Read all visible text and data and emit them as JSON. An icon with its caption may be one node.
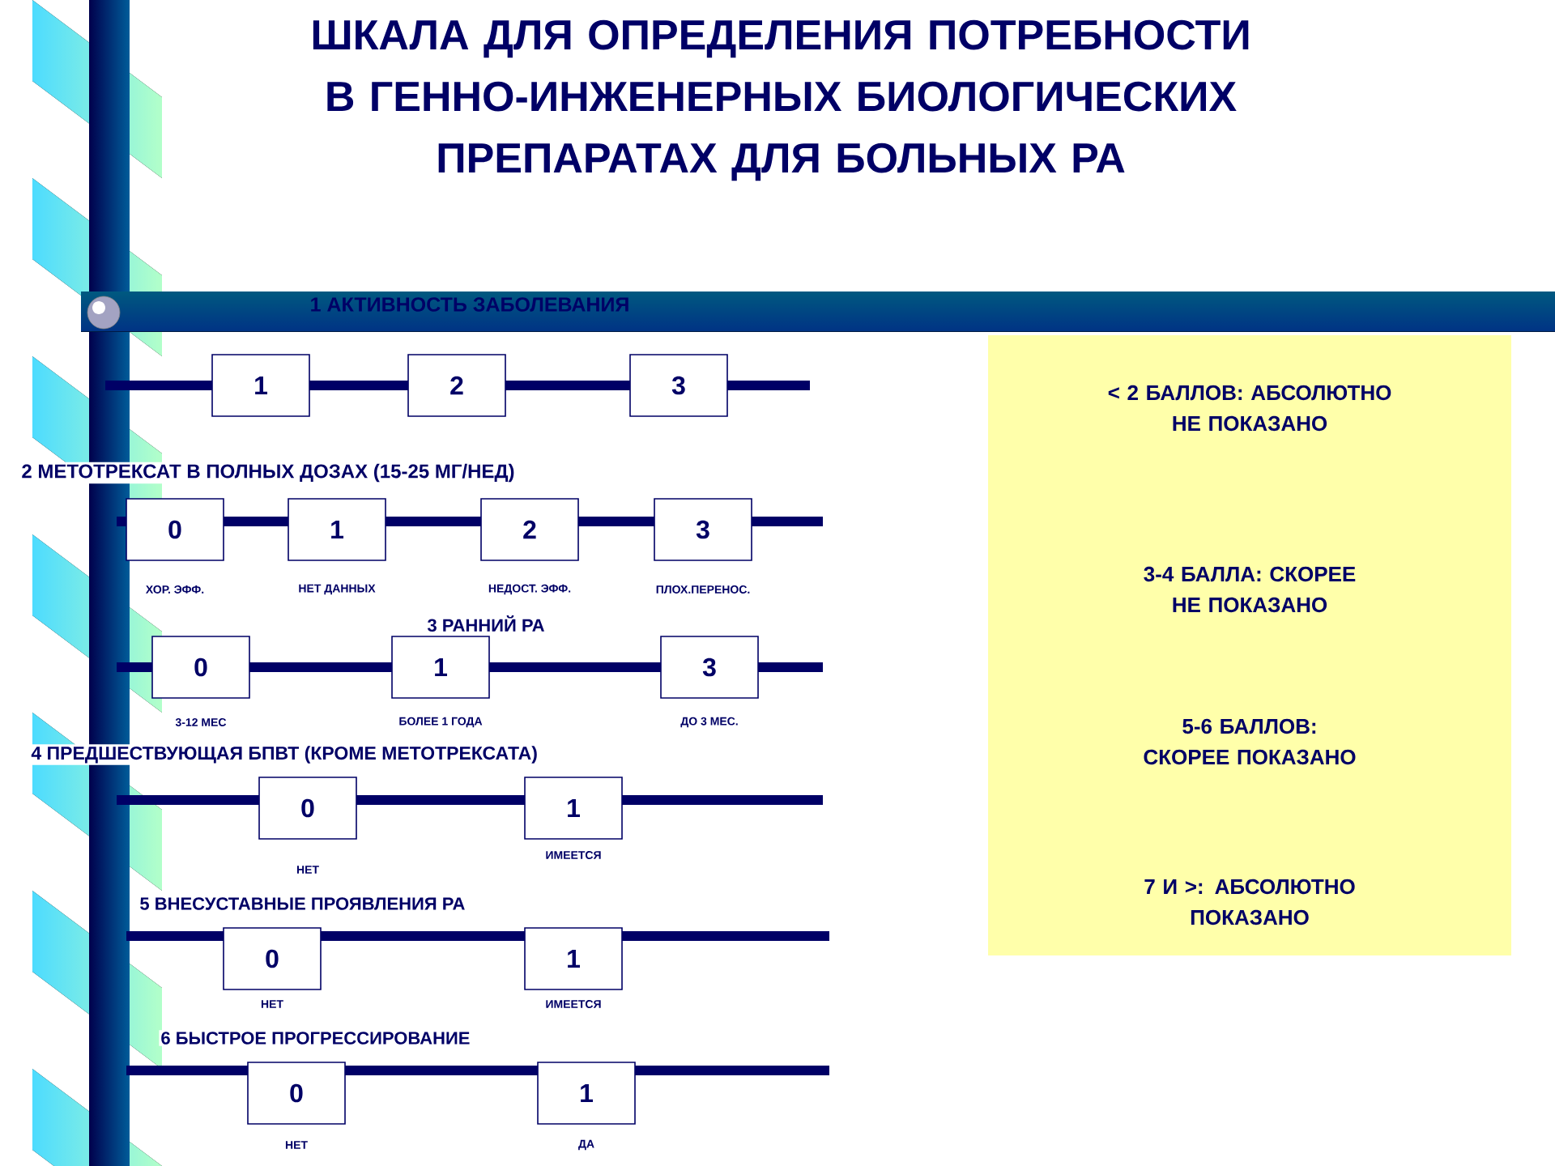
{
  "diagram": {
    "title": "ШКАЛА ДЛЯ ОПРЕДЕЛЕНИЯ ПОТРЕБНОСТИ В ГЕННО-ИНЖЕНЕРНЫХ БИОЛОГИЧЕСКИХ ПРЕПАРАТАХ ДЛЯ БОЛЬНЫХ РА",
    "nodes": [
      {
        "text": [
          "1"
        ]
      },
      {
        "text": [
          "2"
        ]
      },
      {
        "text": [
          "3"
        ]
      },
      {
        "text": [
          "< 2 БАЛЛОВ: АБСОЛЮТНО НЕ ПОКАЗАНО",
          "3-4 БАЛЛА: СКОРЕЕ НЕ ПОКАЗАНО",
          "5-6 БАЛЛОВ: СКОРЕЕ ПОКАЗАНО",
          "7 И >: АБСОЛЮТНО ПОКАЗАНО"
        ]
      },
      {
        "text": [
          "0"
        ],
        "beside": [
          "ХОР. ЭФФ."
        ]
      },
      {
        "text": [
          "1"
        ],
        "beside": [
          "НЕТ ДАННЫХ"
        ]
      },
      {
        "text": [
          "2"
        ],
        "beside": [
          "НЕДОСТ. ЭФФ."
        ]
      },
      {
        "text": [
          "3"
        ],
        "beside": [
          "ПЛОХ.ПЕРЕНОС."
        ]
      },
      {
        "text": [
          "0"
        ],
        "beside": [
          "3-12 МЕС"
        ]
      },
      {
        "text": [
          "1"
        ],
        "beside": [
          "БОЛЕЕ 1 ГОДА"
        ]
      },
      {
        "text": [
          "3"
        ],
        "beside": [
          "ДО 3 МЕС."
        ]
      },
      {
        "text": [
          "0"
        ],
        "beside": [
          "НЕТ"
        ]
      },
      {
        "text": [
          "1"
        ],
        "beside": [
          "ИМЕЕТСЯ"
        ]
      },
      {
        "text": [
          "0"
        ],
        "beside": [
          "НЕТ"
        ]
      },
      {
        "text": [
          "1"
        ],
        "beside": [
          "ИМЕЕТСЯ"
        ]
      },
      {
        "text": [
          "0"
        ],
        "beside": [
          "НЕТ"
        ]
      },
      {
        "text": [
          "1"
        ],
        "beside": [
          "ДА"
        ]
      }
    ],
    "labels": [
      "1 АКТИВНОСТЬ ЗАБОЛЕВАНИЯ",
      "2 МЕТОТРЕКСАТ В ПОЛНЫХ ДОЗАХ (15-25 МГ/НЕД)",
      "3 РАННИЙ РА",
      "4 ПРЕДШЕСТВУЮЩАЯ БПВТ (КРОМЕ МЕТОТРЕКСАТА)",
      "5 ВНЕСУСТАВНЫЕ ПРОЯВЛЕНИЯ РА",
      "6 БЫСТРОЕ ПРОГРЕССИРОВАНИЕ"
    ]
  }
}
